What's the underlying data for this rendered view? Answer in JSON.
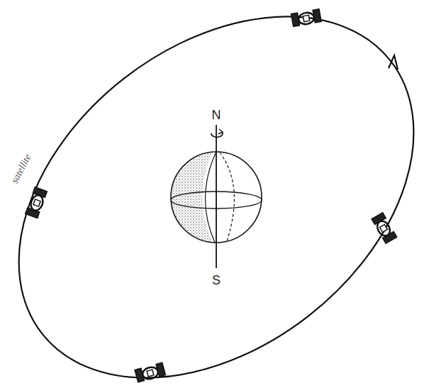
{
  "diagram": {
    "labels": [
      "N",
      "S",
      "satellite"
    ]
  }
}
